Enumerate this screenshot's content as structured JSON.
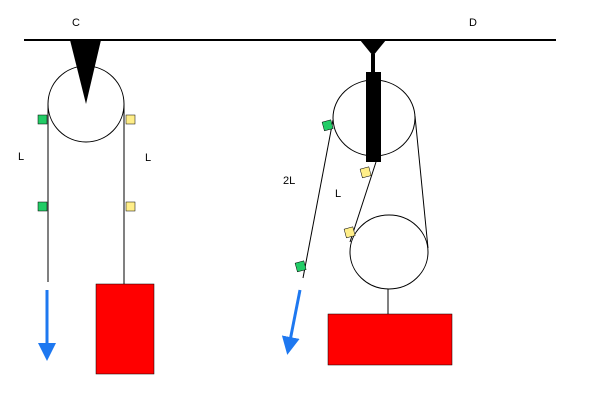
{
  "labels": {
    "c": "C",
    "d": "D",
    "left_rope_left": "L",
    "left_rope_right": "L",
    "right_pull": "2L",
    "right_inner": "L"
  },
  "colors": {
    "mass": "#ff0000",
    "arrow": "#1e78f0",
    "marker_green": "#22cc66",
    "marker_yellow": "#ffee88",
    "line": "#000000"
  }
}
